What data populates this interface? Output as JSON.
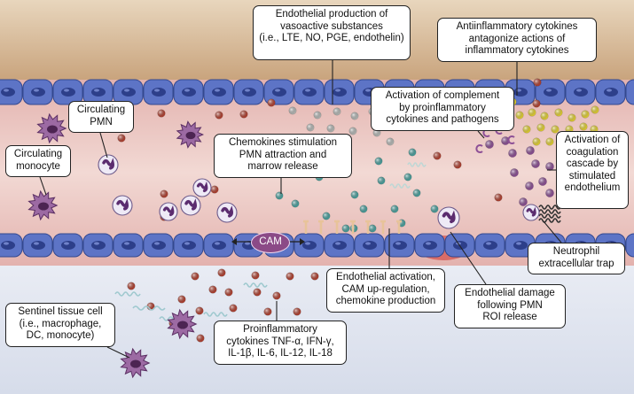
{
  "labels": {
    "endothelial_production": "Endothelial production of\nvasoactive substances\n(i.e., LTE, NO, PGE, endothelin)",
    "antiinflammatory": "Antiinflammatory cytokines\nantagonize actions of\ninflammatory cytokines",
    "complement": "Activation of complement\nby proinflammatory\ncytokines and pathogens",
    "circulating_pmn": "Circulating\nPMN",
    "circulating_monocyte": "Circulating\nmonocyte",
    "chemokines": "Chemokines stimulation\nPMN attraction and\nmarrow release",
    "coagulation": "Activation of\ncoagulation\ncascade by\nstimulated\nendothelium",
    "cam": "CAM",
    "net": "Neutrophil\nextracellular trap",
    "endothelial_activation": "Endothelial activation,\nCAM up-regulation,\nchemokine production",
    "endothelial_damage": "Endothelial damage\nfollowing PMN\nROI release",
    "sentinel": "Sentinel tissue cell\n(i.e., macrophage,\nDC, monocyte)",
    "proinflammatory": "Proinflammatory\ncytokines TNF-α, IFN-γ,\nIL-1β, IL-6, IL-12, IL-18"
  },
  "colors": {
    "tissue_top": "#dcc09c",
    "vessel_lumen": "#ecc6c4",
    "tissue_bottom": "#e4e8f2",
    "endothelial_cell": "#5d74c6",
    "endothelial_nucleus": "#2d3f8a",
    "red_cytokine": "#b5402f",
    "teal_chemokine": "#4aa3a0",
    "gray_vasoactive": "#b9bcb9",
    "yellow_antiinflammatory": "#e8d530",
    "purple_complement": "#8d4f96",
    "monocyte": "#9c6aa3",
    "neutrophil_nucleus": "#5b2c6f"
  },
  "icons": [
    "endothelial-cell-icon",
    "monocyte-icon",
    "neutrophil-icon",
    "cytokine-dot-icon",
    "neutrophil-trap-icon"
  ]
}
